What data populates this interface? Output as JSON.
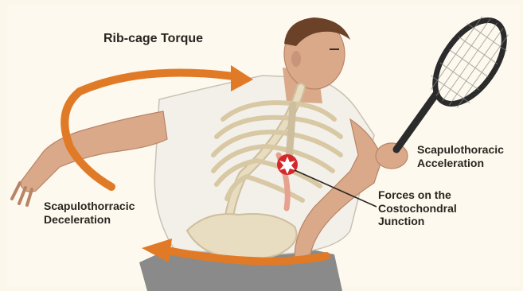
{
  "labels": {
    "rib_cage_torque": "Rib-cage Torque",
    "scapulothoracic_acceleration": [
      "Scapulothoracic",
      "Acceleration"
    ],
    "forces": [
      "Forces on the",
      "Costochondral",
      "Junction"
    ],
    "scapulothoracic_deceleration": [
      "Scapulothorracic",
      "Deceleration"
    ]
  },
  "colors": {
    "background": "#fbf7ea",
    "arrow": "#e07a27",
    "skin": "#d9a98a",
    "shirt": "#f3f0ea",
    "bone": "#e8ddc0",
    "impact": "#d6282b",
    "racket": "#2b2b2b"
  }
}
